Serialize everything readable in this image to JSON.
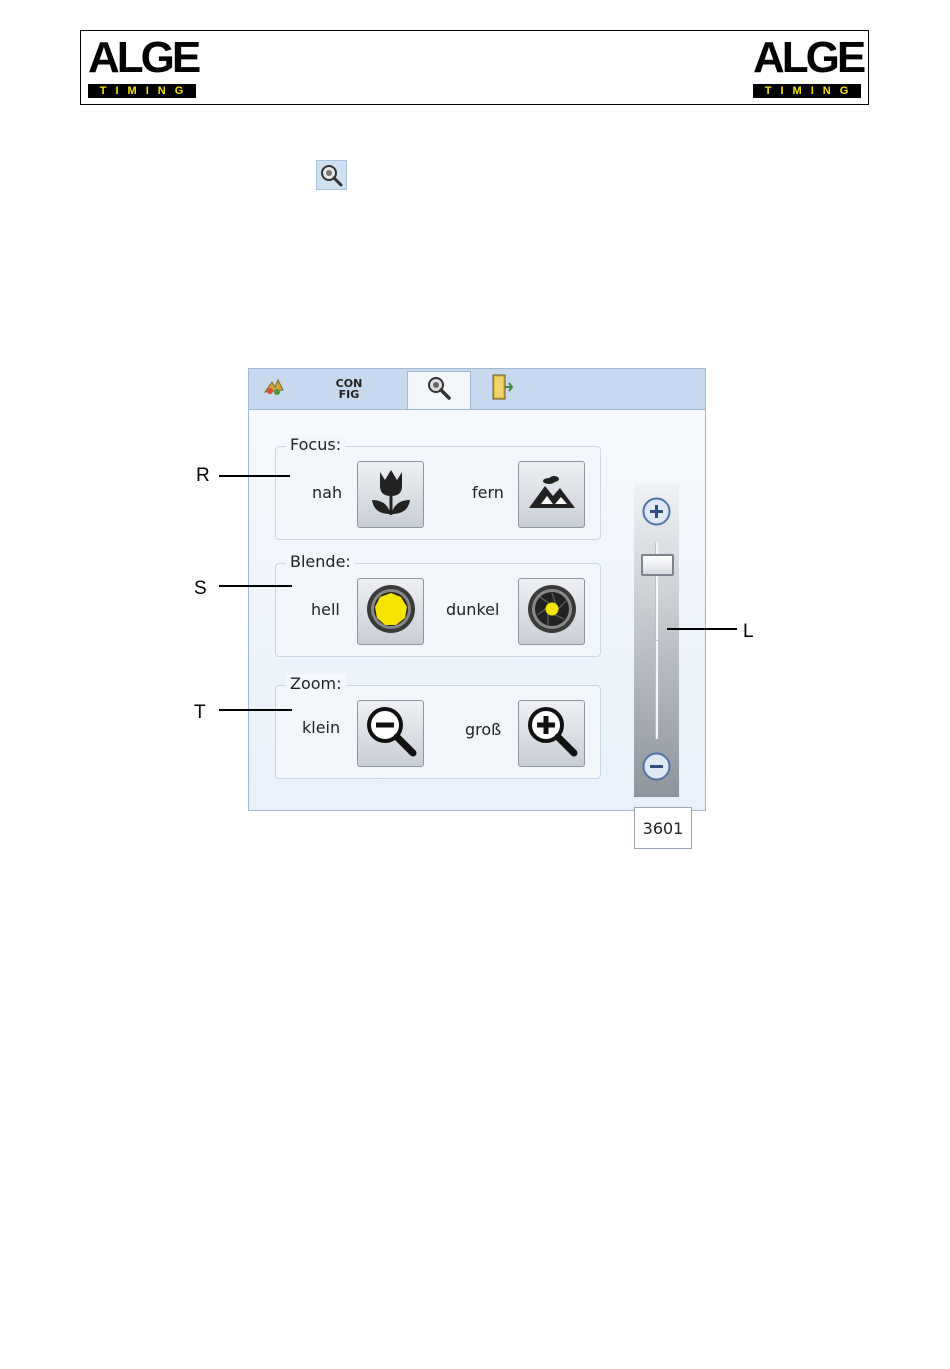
{
  "header": {
    "logo_word": "ALGE",
    "logo_band": "TIMING"
  },
  "inline_icon": "zoom-magnifier-icon",
  "tabs": [
    {
      "icon": "photo-finish-icon"
    },
    {
      "label_line1": "CON",
      "label_line2": "FIG"
    },
    {
      "icon": "zoom-magnifier-icon",
      "active": true
    },
    {
      "icon": "exit-door-icon"
    }
  ],
  "groups": {
    "focus": {
      "title": "Focus:",
      "left_label": "nah",
      "right_label": "fern",
      "left_icon": "tulip-icon",
      "right_icon": "mountains-icon"
    },
    "blende": {
      "title": "Blende:",
      "left_label": "hell",
      "right_label": "dunkel",
      "left_icon": "aperture-open-icon",
      "right_icon": "aperture-closed-icon"
    },
    "zoom": {
      "title": "Zoom:",
      "left_label": "klein",
      "right_label": "groß",
      "left_icon": "zoom-out-icon",
      "right_icon": "zoom-in-icon"
    }
  },
  "slider": {
    "value": "3601",
    "plus_icon": "plus-circle-icon",
    "minus_icon": "minus-circle-icon"
  },
  "callouts": {
    "r": "R",
    "s": "S",
    "t": "T",
    "l": "L"
  },
  "colors": {
    "accent_yellow": "#f4e300",
    "panel_bg": "#d9e7f5",
    "tab_bar": "#c6d9ee"
  }
}
